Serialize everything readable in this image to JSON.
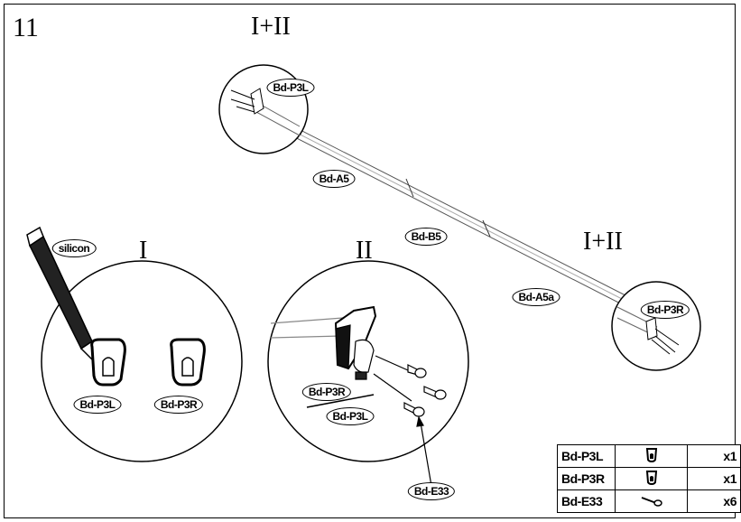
{
  "step_number": "11",
  "section_labels": {
    "top": "I+II",
    "right": "I+II",
    "detail_one": "I",
    "detail_two": "II"
  },
  "callouts": {
    "top_end_cap": "Bd-P3L",
    "rail_a5": "Bd-A5",
    "rail_b5": "Bd-B5",
    "rail_a5a": "Bd-A5a",
    "right_end_cap": "Bd-P3R",
    "silicon": "silicon",
    "detail_one_left": "Bd-P3L",
    "detail_one_right": "Bd-P3R",
    "detail_two_upper": "Bd-P3R",
    "detail_two_lower": "Bd-P3L",
    "screw": "Bd-E33"
  },
  "parts_table": [
    {
      "code": "Bd-P3L",
      "icon": "end-cap-left-icon",
      "qty": "x1"
    },
    {
      "code": "Bd-P3R",
      "icon": "end-cap-right-icon",
      "qty": "x1"
    },
    {
      "code": "Bd-E33",
      "icon": "screw-icon",
      "qty": "x6"
    }
  ]
}
